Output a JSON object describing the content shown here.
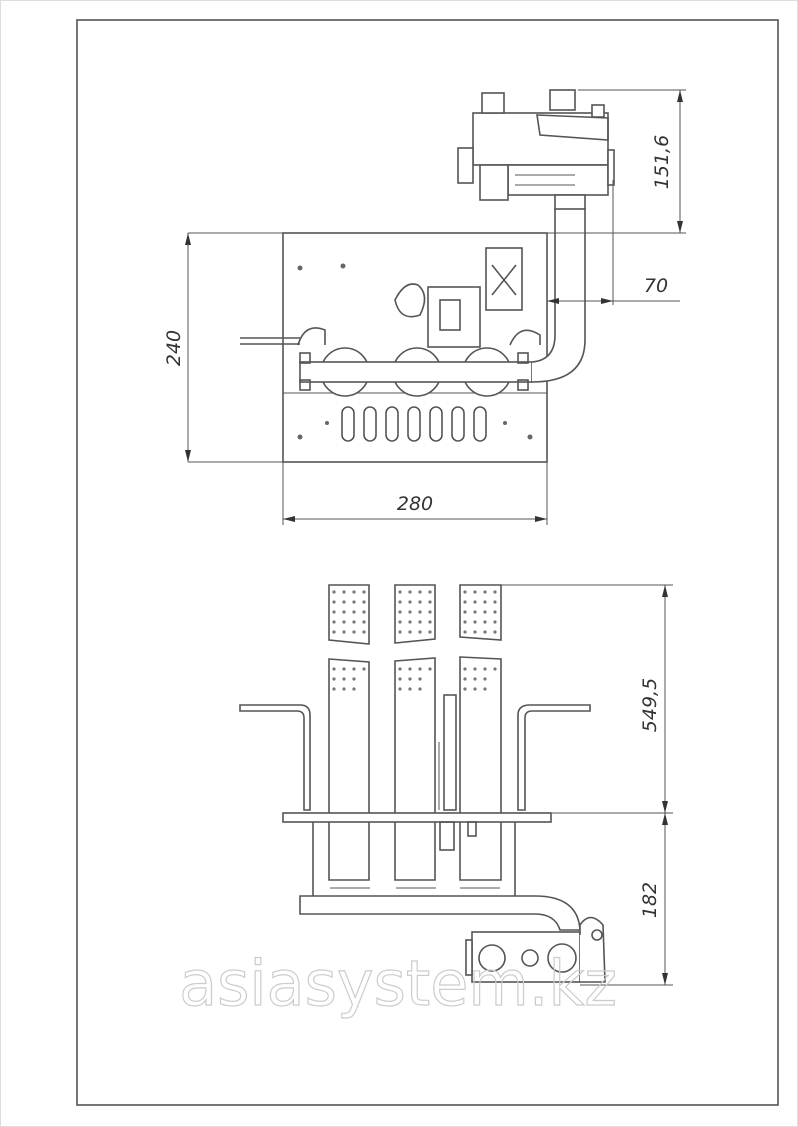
{
  "drawing": {
    "top_view": {
      "dimensions": {
        "height_plate": "240",
        "width_plate": "280",
        "valve_height": "151,6",
        "valve_offset": "70"
      }
    },
    "front_view": {
      "dimensions": {
        "burner_height": "549,5",
        "lower_height": "182"
      }
    },
    "watermark": "asiasystem.kz",
    "line_color": "#555555"
  }
}
